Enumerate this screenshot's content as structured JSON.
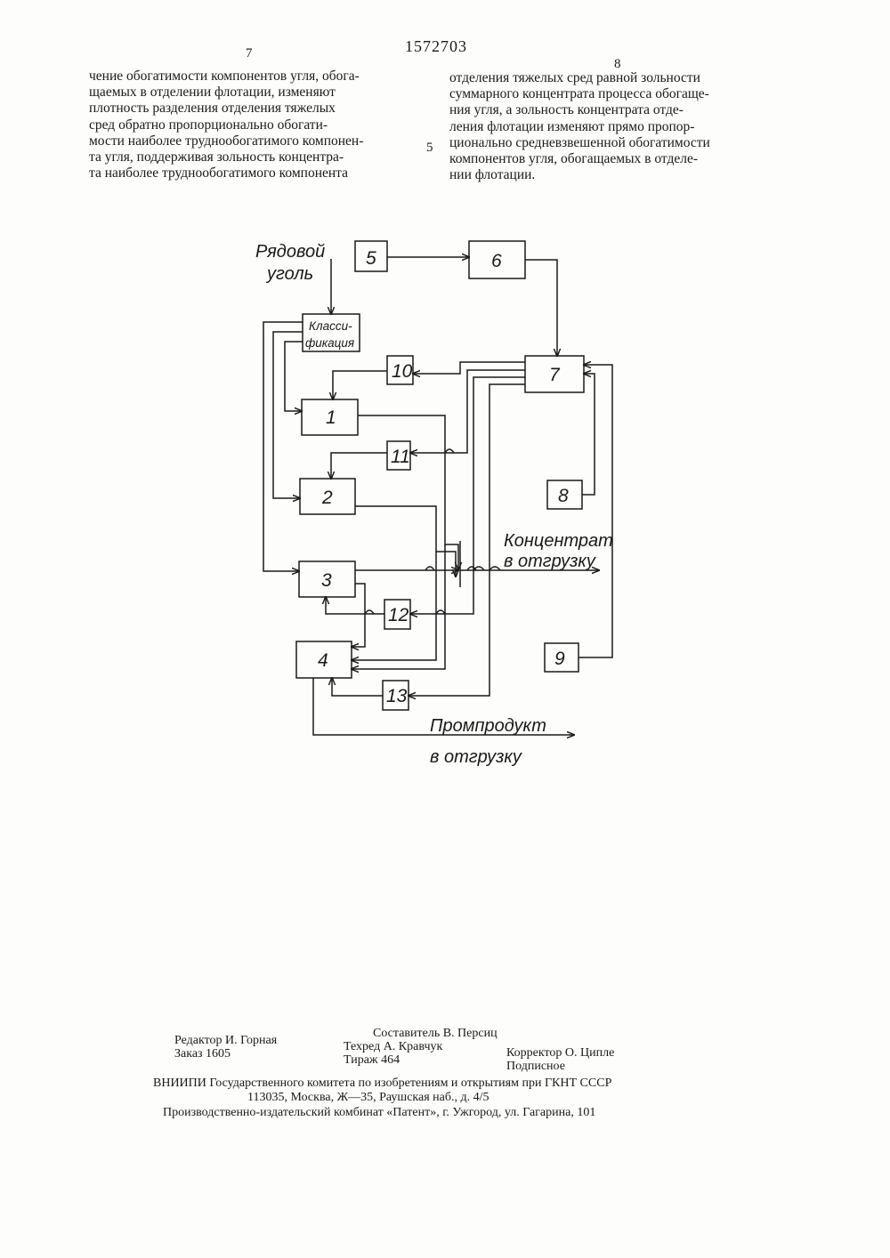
{
  "header": {
    "patent_number": "1572703",
    "column_left": "7",
    "column_right": "8",
    "line_marker": "5"
  },
  "text": {
    "left_lines": [
      "чение обогатимости компонентов угля, обога-",
      "щаемых в отделении флотации, изменяют",
      "плотность разделения отделения тяжелых",
      "сред обратно пропорционально обогати-",
      "мости наиболее труднообогатимого компонен-",
      "та угля, поддерживая зольность концентра-",
      "та наиболее труднообогатимого компонента"
    ],
    "right_lines": [
      "отделения тяжелых сред равной зольности",
      "суммарного концентрата процесса обогаще-",
      "ния угля, а зольность концентрата отде-",
      "ления флотации изменяют прямо пропор-",
      "ционально средневзвешенной обогатимости",
      "компонентов угля, обогащаемых в отделе-",
      "нии флотации."
    ]
  },
  "diagram": {
    "input_label_line1": "Рядовой",
    "input_label_line2": "уголь",
    "classification_line1": "Класси-",
    "classification_line2": "фикация",
    "blocks": {
      "b1": "1",
      "b2": "2",
      "b3": "3",
      "b4": "4",
      "b5": "5",
      "b6": "6",
      "b7": "7",
      "b8": "8",
      "b9": "9",
      "b10": "10",
      "b11": "11",
      "b12": "12",
      "b13": "13"
    },
    "concentrate_line1": "Концентрат",
    "concentrate_line2": "в отгрузку",
    "middlings_line1": "Промпродукт",
    "middlings_line2": "в отгрузку"
  },
  "footer": {
    "compiler": "Составитель В. Персиц",
    "editor": "Редактор И. Горная",
    "techred": "Техред А. Кравчук",
    "corrector": "Корректор О. Ципле",
    "order": "Заказ 1605",
    "circulation": "Тираж 464",
    "subscription": "Подписное",
    "org_line1": "ВНИИПИ Государственного комитета по изобретениям и открытиям при ГКНТ СССР",
    "org_line2": "113035, Москва, Ж—35, Раушская наб., д. 4/5",
    "printer": "Производственно-издательский комбинат «Патент», г. Ужгород, ул. Гагарина, 101"
  }
}
